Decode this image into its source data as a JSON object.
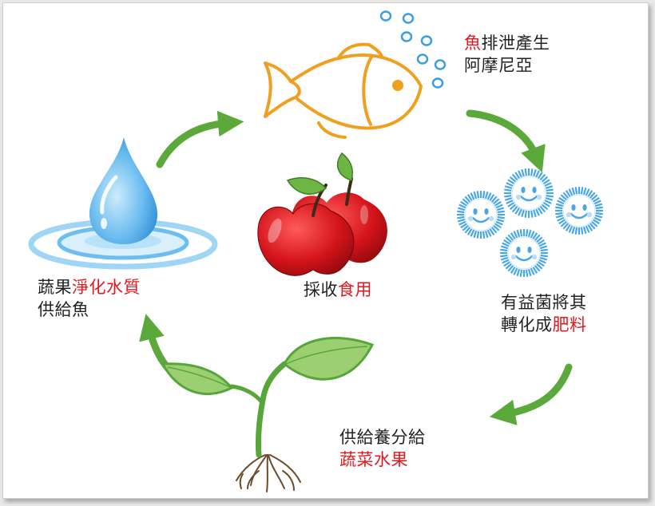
{
  "colors": {
    "arrow": "#5aa93a",
    "fish": "#f0a020",
    "bubble": "#3a9ee0",
    "water_light": "#9fd6f6",
    "water": "#3a9be0",
    "bacteria": "#4aa7e6",
    "leaf": "#9ccf72",
    "leaf_stroke": "#56a63a",
    "apple": "#d4141a",
    "highlight": "#e1191e",
    "text": "#222222"
  },
  "icons": [
    "water-drop-icon",
    "fish-icon",
    "bacteria-icon",
    "seedling-icon",
    "apple-icon"
  ],
  "labels": {
    "fish": {
      "line1_red": "魚",
      "line1_rest": "排泄產生",
      "line2": "阿摩尼亞"
    },
    "bacteria": {
      "line1": "有益菌將其",
      "line2_black": "轉化成",
      "line2_red": "肥料"
    },
    "plant": {
      "line1": "供給養分給",
      "line2": "蔬菜水果"
    },
    "water": {
      "line1_black": "蔬果",
      "line1_red": "淨化水質",
      "line2": "供給魚"
    },
    "center": {
      "black": "採收",
      "red": "食用"
    }
  }
}
